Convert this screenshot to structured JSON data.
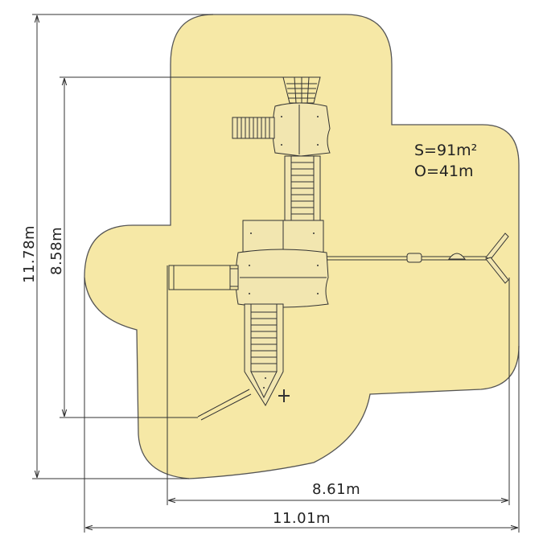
{
  "drawing": {
    "safety_area_color": "#f6e8a6",
    "line_color": "#333333",
    "wood_color": "#f2e6b0"
  },
  "info": {
    "area": "S=91m²",
    "perimeter": "O=41m"
  },
  "dimensions": {
    "outer_width": "11.01m",
    "inner_width": "8.61m",
    "outer_height": "11.78m",
    "inner_height": "8.58m"
  }
}
